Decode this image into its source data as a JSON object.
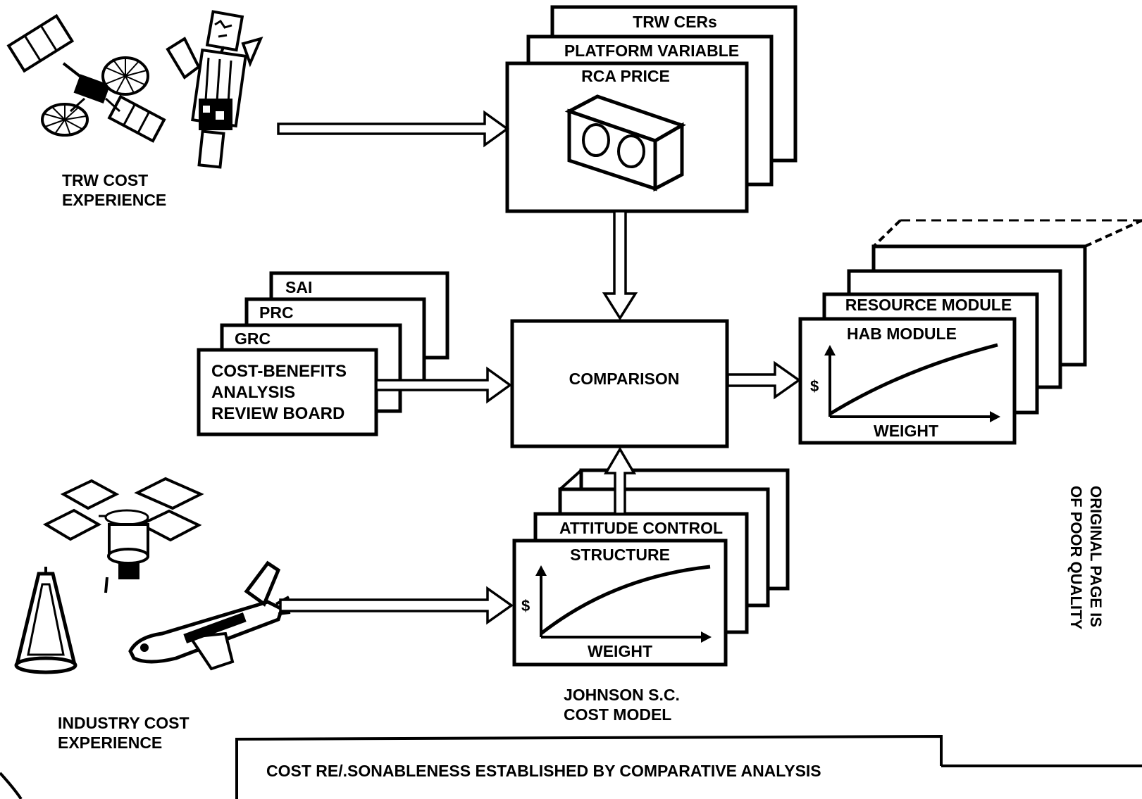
{
  "sources": {
    "trw_cost": {
      "line1": "TRW COST",
      "line2": "EXPERIENCE"
    },
    "industry_cost": {
      "line1": "INDUSTRY COST",
      "line2": "EXPERIENCE"
    }
  },
  "top_stack": {
    "back": "TRW CERs",
    "middle": "PLATFORM VARIABLE",
    "front": "RCA PRICE"
  },
  "left_stack": {
    "back": "SAI",
    "middle": "PRC",
    "front_tab": "GRC",
    "front_lines": [
      "COST-BENEFITS",
      "ANALYSIS",
      "REVIEW BOARD"
    ]
  },
  "comparison": {
    "label": "COMPARISON"
  },
  "right_stack": {
    "middle": "RESOURCE MODULE",
    "front": "HAB MODULE",
    "y_axis": "$",
    "x_axis": "WEIGHT"
  },
  "bottom_stack": {
    "middle": "ATTITUDE CONTROL",
    "front": "STRUCTURE",
    "y_axis": "$",
    "x_axis": "WEIGHT"
  },
  "jsc_model": {
    "line1": "JOHNSON S.C.",
    "line2": "COST MODEL"
  },
  "caption": "COST RE/.SONABLENESS ESTABLISHED BY COMPARATIVE ANALYSIS",
  "watermark": {
    "line1": "ORIGINAL PAGE IS",
    "line2": "OF POOR QUALITY"
  }
}
